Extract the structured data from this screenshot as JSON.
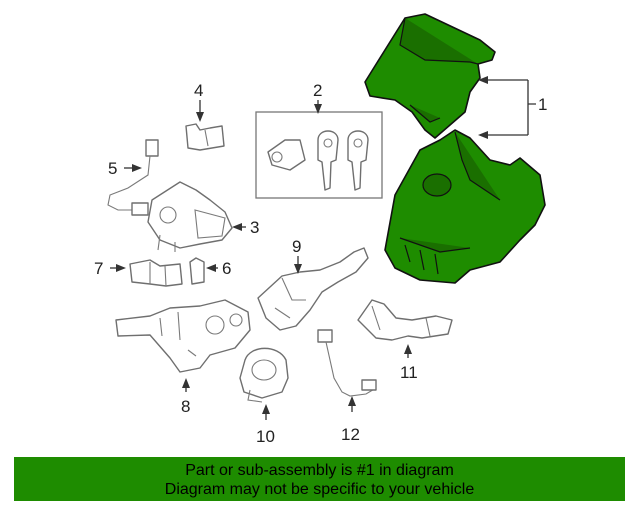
{
  "callouts": {
    "c1": "1",
    "c2": "2",
    "c3": "3",
    "c4": "4",
    "c5": "5",
    "c6": "6",
    "c7": "7",
    "c8": "8",
    "c9": "9",
    "c10": "10",
    "c11": "11",
    "c12": "12"
  },
  "banner": {
    "line1": "Part or sub-assembly is #1 in diagram",
    "line2": "Diagram may not be specific to your vehicle"
  },
  "colors": {
    "highlight": "#1e8c00",
    "banner": "#1e8c00"
  }
}
